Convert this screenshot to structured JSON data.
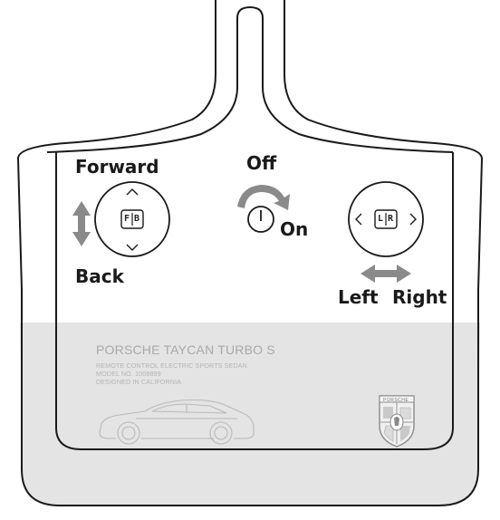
{
  "labels": {
    "forward": "Forward",
    "back": "Back",
    "off": "Off",
    "on": "On",
    "left": "Left",
    "right": "Right"
  },
  "buttons": {
    "forward_back": {
      "left_letter": "F",
      "right_letter": "B"
    },
    "left_right": {
      "left_letter": "L",
      "right_letter": "R"
    }
  },
  "product": {
    "name": "PORSCHE TAYCAN TURBO S",
    "line1": "REMOTE CONTROL ELECTRIC SPORTS SEDAN",
    "line2": "MODEL NO. 1008899",
    "line3": "DESIGNED IN CALIFORNIA"
  },
  "crest": {
    "text": "PORSCHE"
  },
  "colors": {
    "outline": "#1a1a1a",
    "shaded_panel": "#e3e3e3",
    "arrow_gray": "#8a8a8a",
    "watermark_gray": "#a9a9a9"
  }
}
